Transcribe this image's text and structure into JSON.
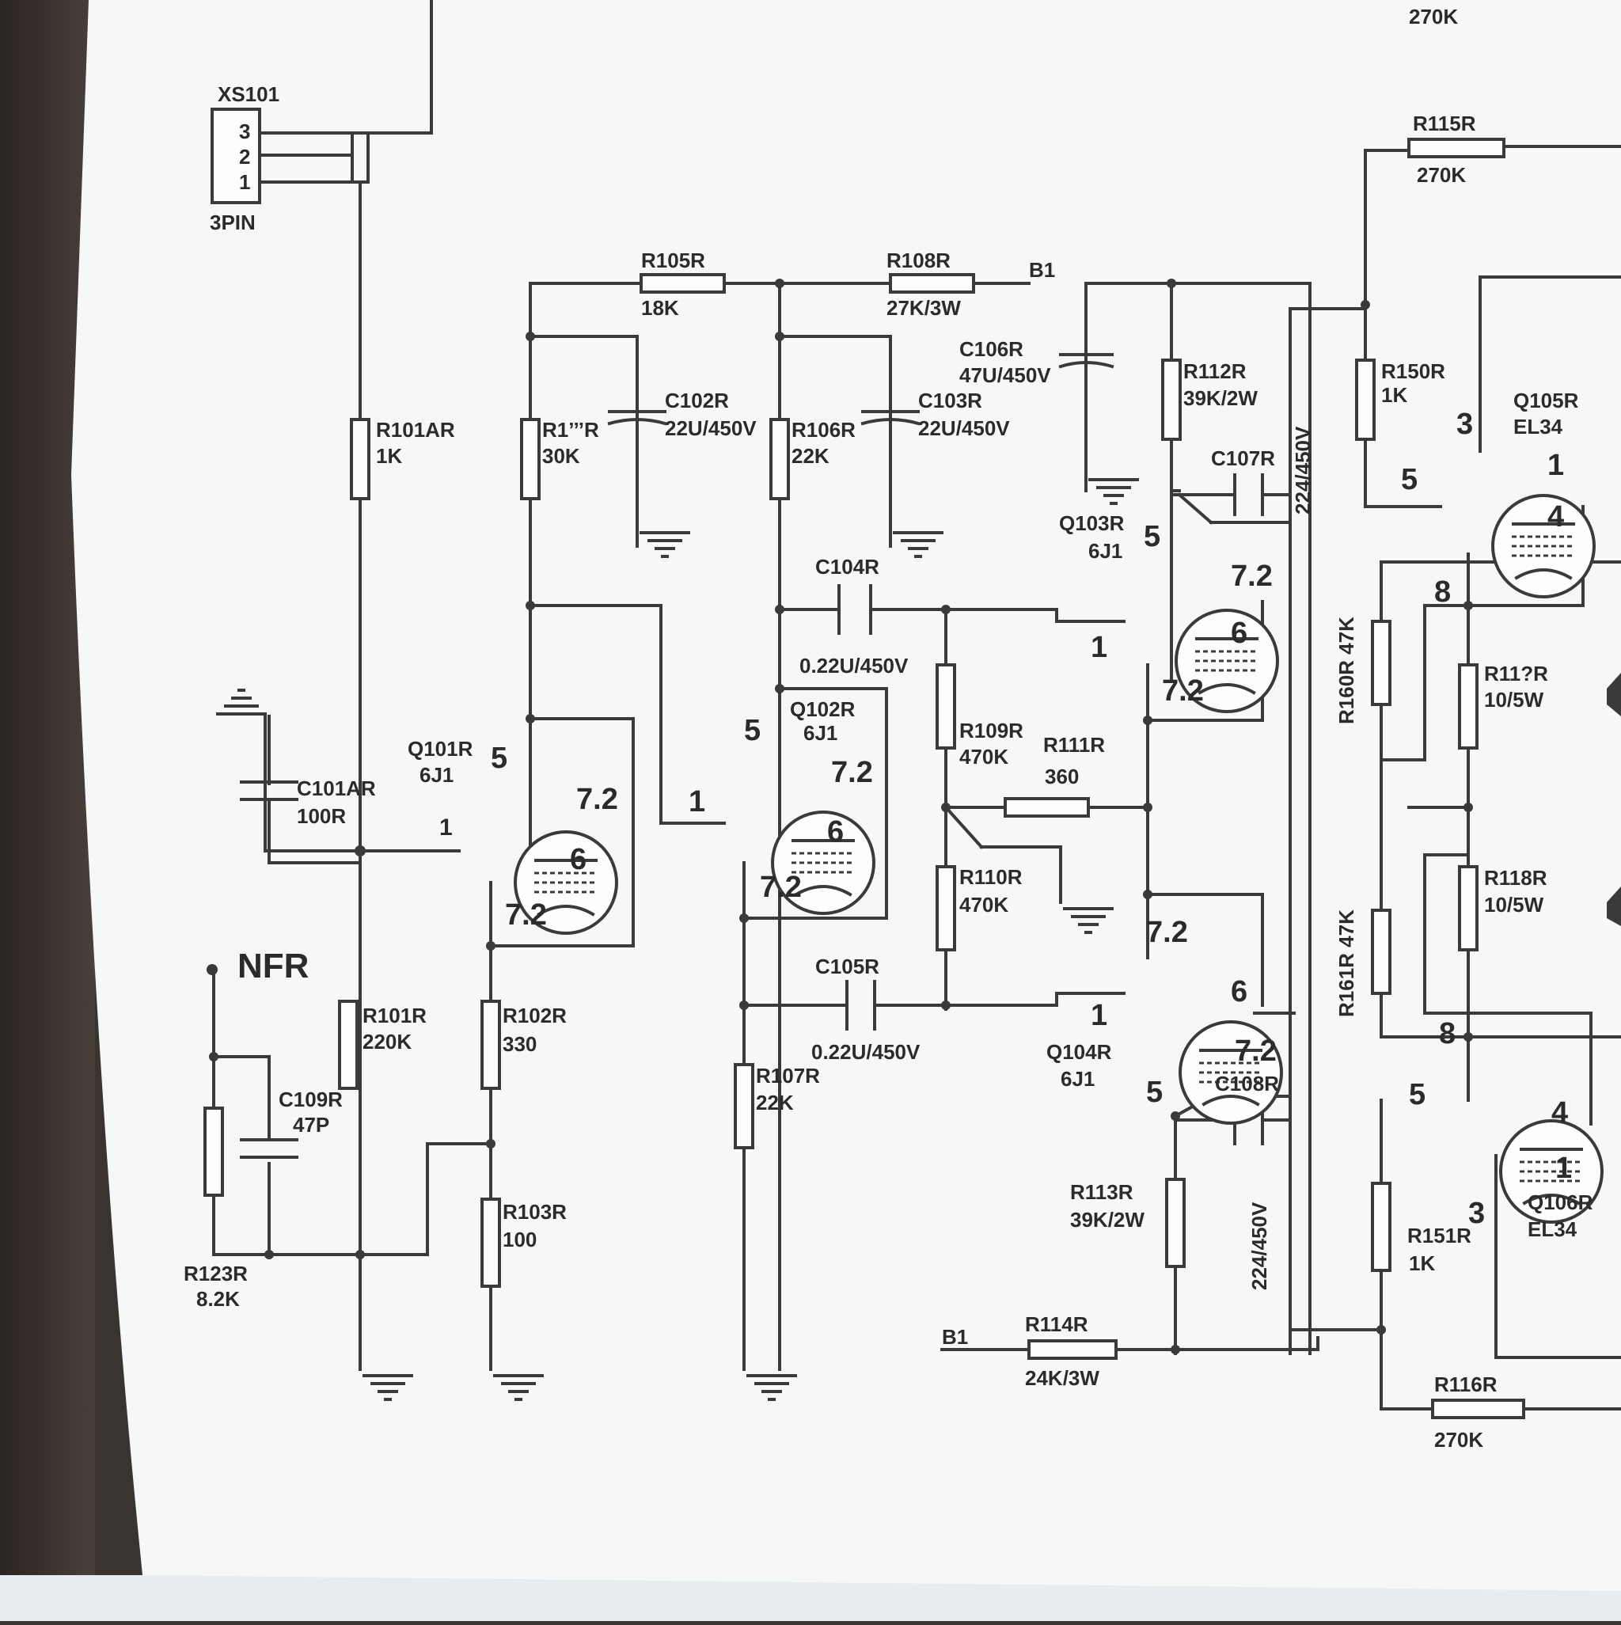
{
  "labels": {
    "xs101": "XS101",
    "pin3": "3",
    "pin2": "2",
    "pin1": "1",
    "threepin": "3PIN",
    "top270k": "270K",
    "r115r": "R115R",
    "r115v": "270K",
    "r105r": "R105R",
    "r105v": "18K",
    "r108r": "R108R",
    "r108v": "27K/3W",
    "b1_top": "B1",
    "c106r": "C106R",
    "c106v": "47U/450V",
    "r101ar": "R101AR",
    "r101av": "1K",
    "r104r": "R1’’’R",
    "r104v": "30K",
    "c102r": "C102R",
    "c102v": "22U/450V",
    "r106r": "R106R",
    "r106v": "22K",
    "c103r": "C103R",
    "c103v": "22U/450V",
    "r112r": "R112R",
    "r112v": "39K/2W",
    "c107r": "C107R",
    "v224top": "224/450V",
    "r150r": "R150R",
    "r150v": "1K",
    "q105r": "Q105R",
    "el34a": "EL34",
    "q103r": "Q103R",
    "q103v": "6J1",
    "c104r": "C104R",
    "c104v": "0.22U/450V",
    "q102r": "Q102R",
    "q102v": "6J1",
    "r109r": "R109R",
    "r109v": "470K",
    "r111r": "R111R",
    "r111v": "360",
    "r160r": "R160R 47K",
    "r117r": "R11?R",
    "r117v": "10/5W",
    "q101r": "Q101R",
    "q101v": "6J1",
    "c101ar": "C101AR",
    "c101av": "100R",
    "r110r": "R110R",
    "r110v": "470K",
    "r118r": "R118R",
    "r118v": "10/5W",
    "r161r": "R161R 47K",
    "nfr": "NFR",
    "c105r": "C105R",
    "c105v": "0.22U/450V",
    "r101r": "R101R",
    "r101v": "220K",
    "r102r": "R102R",
    "r102v": "330",
    "c109r": "C109R",
    "c109v": "47P",
    "r107r": "R107R",
    "r107v": "22K",
    "q104r": "Q104R",
    "q104v": "6J1",
    "c108r": "C108R",
    "q106r": "Q106R",
    "el34b": "EL34",
    "r151r": "R151R",
    "r151v": "1K",
    "r103r": "R103R",
    "r103v": "100",
    "r113r": "R113R",
    "r113v": "39K/2W",
    "v224bot": "224/450V",
    "r123r": "R123R",
    "r123v": "8.2K",
    "b1_bot": "B1",
    "r114r": "R114R",
    "r114v": "24K/3W",
    "r116r": "R116R",
    "r116v": "270K"
  },
  "pins": {
    "q101_5": "5",
    "q101_1": "1",
    "q101_72a": "7.2",
    "q101_6": "6",
    "q101_72b": "7.2",
    "q102_5": "5",
    "q102_1": "1",
    "q102_72a": "7.2",
    "q102_6": "6",
    "q102_72b": "7.2",
    "q103_5": "5",
    "q103_1": "1",
    "q103_72a": "7.2",
    "q103_6": "6",
    "q103_72b": "7.2",
    "q104_72a": "7.2",
    "q104_1": "1",
    "q104_6": "6",
    "q104_72b": "7.2",
    "q104_5": "5",
    "q105_3": "3",
    "q105_5": "5",
    "q105_1": "1",
    "q105_4": "4",
    "q105_8": "8",
    "q106_8": "8",
    "q106_5": "5",
    "q106_4": "4",
    "q106_1": "1",
    "q106_3": "3"
  }
}
